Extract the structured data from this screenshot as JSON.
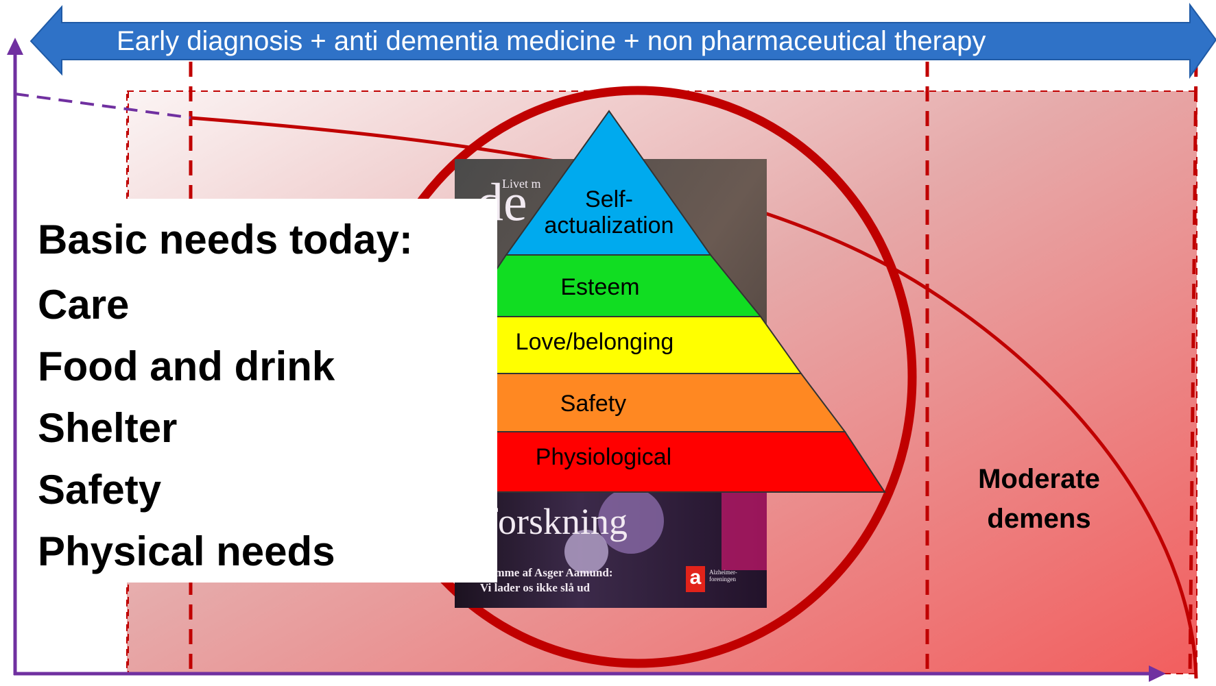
{
  "banner": {
    "text": "Early diagnosis + anti dementia medicine + non pharmaceutical therapy",
    "color": "#2f72c7"
  },
  "needs": {
    "title": "Basic needs today:",
    "items": [
      "Care",
      "Food and drink",
      "Shelter",
      "Safety",
      "Physical needs"
    ]
  },
  "stage_label": "Moderate demens",
  "pyramid": {
    "levels": [
      {
        "label": "Self-\nactualization",
        "color": "#00aaee"
      },
      {
        "label": "Esteem",
        "color": "#11dd22"
      },
      {
        "label": "Love/belonging",
        "color": "#ffff00"
      },
      {
        "label": "Safety",
        "color": "#ff8822"
      },
      {
        "label": "Physiological",
        "color": "#ff0000"
      }
    ]
  },
  "book": {
    "title_fragment": "de",
    "subtitle_fragment": "Livet m",
    "heading": "forskning",
    "caption_1": "umme af Asger Aamund:",
    "caption_2": "Vi lader os ikke slå ud",
    "publisher_mark": "a",
    "publisher_text": "Alzheimer-foreningen"
  },
  "colors": {
    "axis": "#7030a0",
    "curve": "#c00000",
    "zone_start": "#ffffff",
    "zone_end": "#f06060"
  }
}
